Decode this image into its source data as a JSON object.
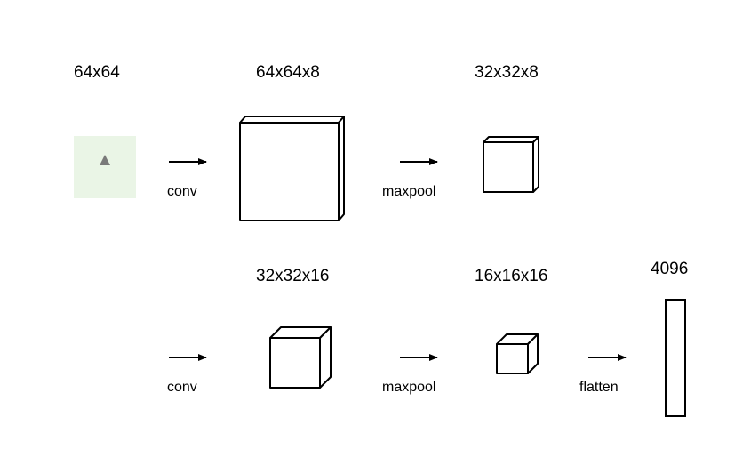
{
  "row1": {
    "input_label": "64x64",
    "conv1_label": "64x64x8",
    "pool1_label": "32x32x8",
    "op_conv": "conv",
    "op_maxpool": "maxpool"
  },
  "row2": {
    "conv2_label": "32x32x16",
    "pool2_label": "16x16x16",
    "flat_label": "4096",
    "op_conv": "conv",
    "op_maxpool": "maxpool",
    "op_flatten": "flatten"
  },
  "colors": {
    "input_fill": "#eaf5e6",
    "stroke": "#000000",
    "glyph": "#7a7a7a"
  },
  "icons": {
    "input_glyph": "triangle-icon",
    "arrows": "arrow-right-icon"
  }
}
